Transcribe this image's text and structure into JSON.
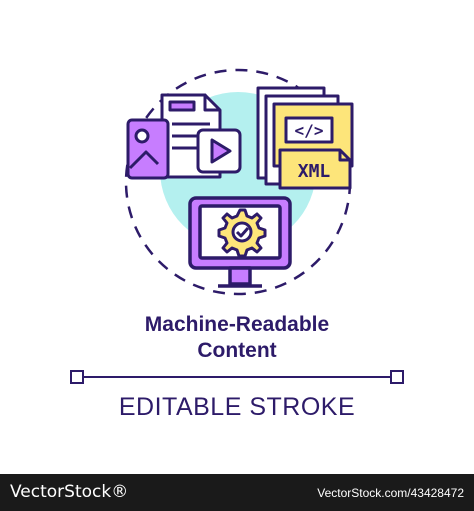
{
  "icon": {
    "code_symbol": "</>",
    "xml_label": "XML"
  },
  "title": {
    "line1": "Machine-Readable",
    "line2": "Content"
  },
  "subtitle": "EDITABLE STROKE",
  "footer": {
    "logo": "VectorStock®",
    "url": "VectorStock.com/43428472"
  },
  "colors": {
    "outline": "#2d1b69",
    "purple": "#c77dff",
    "yellow": "#fde57a",
    "cyan": "#b4f0ef",
    "footer_bg": "#1a1a1a"
  }
}
